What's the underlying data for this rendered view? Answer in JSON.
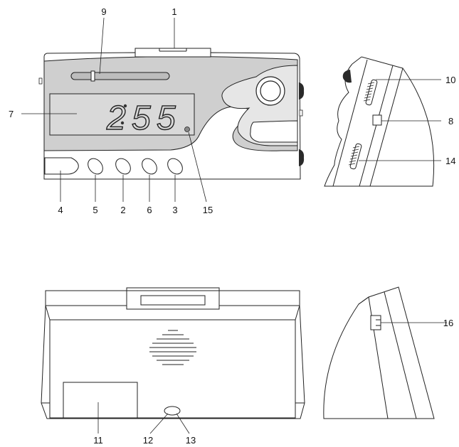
{
  "colors": {
    "line": "#222222",
    "panel_gray": "#cfcfcf",
    "knob_dark": "#2a2a2a",
    "background": "#ffffff"
  },
  "display": {
    "digits": [
      "2",
      "5",
      "5"
    ]
  },
  "callouts": {
    "front": {
      "c1": "1",
      "c9": "9",
      "c7": "7",
      "c4": "4",
      "c5": "5",
      "c2": "2",
      "c6": "6",
      "c3": "3",
      "c15": "15"
    },
    "side_top": {
      "c10": "10",
      "c8": "8",
      "c14": "14"
    },
    "back": {
      "c11": "11",
      "c12": "12",
      "c13": "13"
    },
    "side_bottom": {
      "c16": "16"
    }
  }
}
